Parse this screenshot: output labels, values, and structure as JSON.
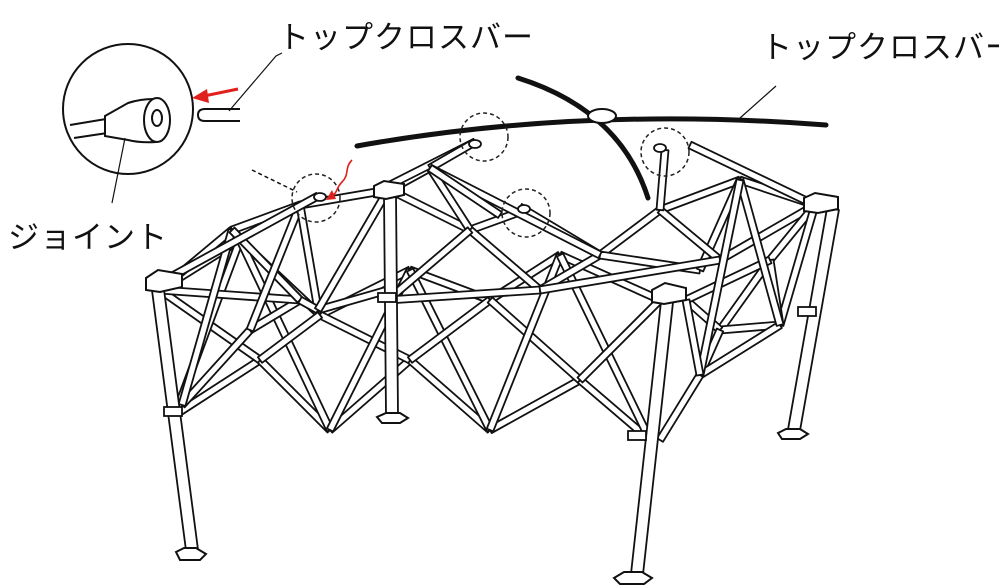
{
  "labels": {
    "top_crossbar_inset": "トップクロスバー",
    "top_crossbar_main": "トップクロスバー",
    "joint": "ジョイント"
  },
  "colors": {
    "line": "#111111",
    "arrow": "#e0201c",
    "background": "#ffffff"
  }
}
